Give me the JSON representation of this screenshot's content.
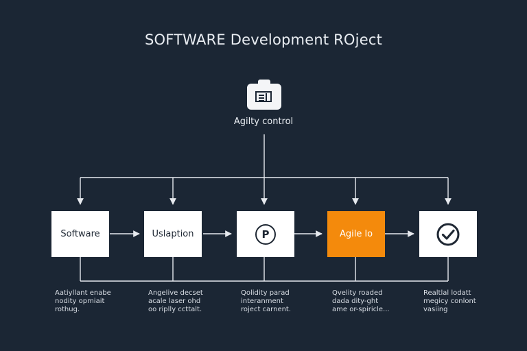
{
  "title": "SOFTWARE Development ROject",
  "top_node": {
    "label": "Agilty control",
    "icon": "briefcase-icon"
  },
  "nodes": [
    {
      "label": "Software",
      "desc": [
        "Aatiyllant enabe",
        "nodity opmiait",
        "rothug."
      ]
    },
    {
      "label": "Uslaption",
      "desc": [
        "Angelive decset",
        "acale laser ohd",
        "oo riplly ccttalt."
      ]
    },
    {
      "label": "",
      "icon": "circle-p-icon",
      "icon_text": "P",
      "desc": [
        "Qolidity parad",
        "interanment",
        "roject carnent."
      ]
    },
    {
      "label": "Agile lo",
      "desc": [
        "Qvelity roaded",
        "dada dity-ght",
        "ame or-spiricle..."
      ]
    },
    {
      "label": "",
      "icon": "checkmark-circle-icon",
      "desc": [
        "Realtlal lodatt",
        "megicy conlont",
        "vasiing"
      ]
    }
  ],
  "colors": {
    "background": "#1b2634",
    "accent": "#f48a0c",
    "box": "#ffffff",
    "line": "#e6e9ee"
  }
}
